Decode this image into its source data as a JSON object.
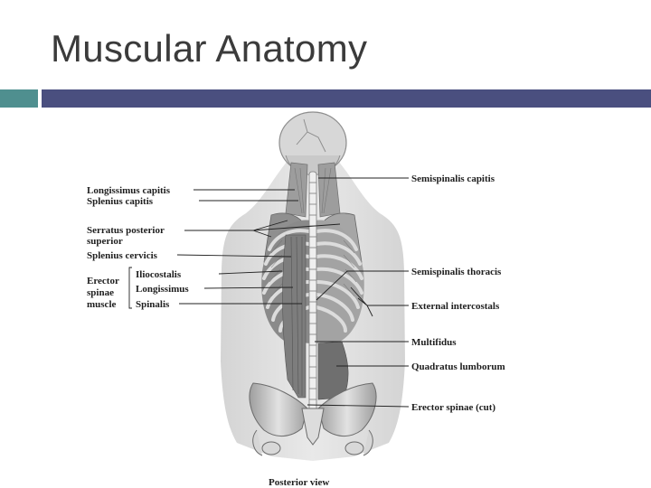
{
  "slide": {
    "title": "Muscular Anatomy",
    "accent_colors": {
      "teal": "#4f8f8f",
      "navy": "#4a4f7f"
    }
  },
  "figure": {
    "caption": "Posterior view",
    "left_labels": {
      "longissimus_capitis": "Longissimus capitis",
      "splenius_capitis": "Splenius capitis",
      "serratus_posterior_line1": "Serratus posterior",
      "serratus_posterior_line2": "superior",
      "splenius_cervicis": "Splenius cervicis",
      "erector_line1": "Erector",
      "erector_line2": "spinae",
      "erector_line3": "muscle",
      "iliocostalis": "Iliocostalis",
      "longissimus": "Longissimus",
      "spinalis": "Spinalis"
    },
    "right_labels": {
      "semispinalis_capitis": "Semispinalis capitis",
      "semispinalis_thoracis": "Semispinalis thoracis",
      "external_intercostals": "External intercostals",
      "multifidus": "Multifidus",
      "quadratus_lumborum": "Quadratus lumborum",
      "erector_spinae_cut": "Erector spinae (cut)"
    }
  }
}
